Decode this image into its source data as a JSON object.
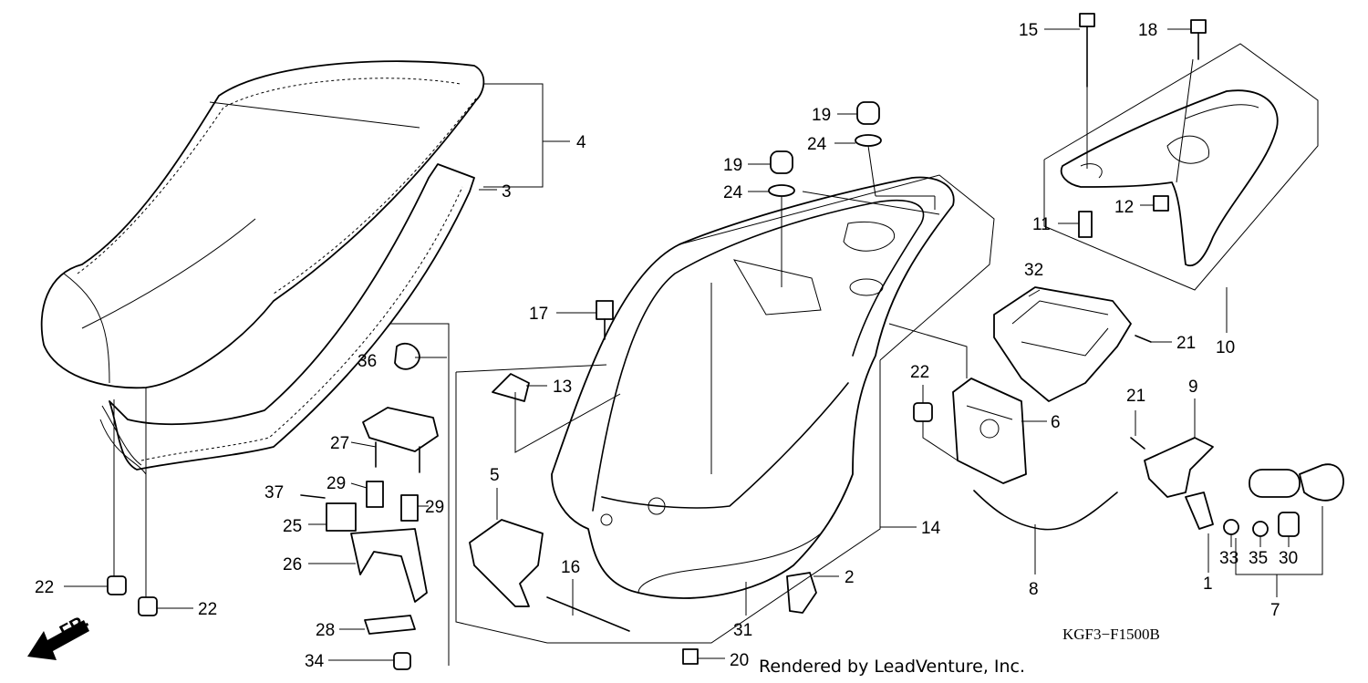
{
  "diagram_code": "KGF3−F1500B",
  "credit": "Rendered by LeadVenture, Inc.",
  "direction_label": "FR.",
  "labels": {
    "p1": "1",
    "p2": "2",
    "p3": "3",
    "p4": "4",
    "p5": "5",
    "p6": "6",
    "p7": "7",
    "p8": "8",
    "p9": "9",
    "p10": "10",
    "p11": "11",
    "p12": "12",
    "p13": "13",
    "p14": "14",
    "p15": "15",
    "p16": "16",
    "p17": "17",
    "p18": "18",
    "p19a": "19",
    "p19b": "19",
    "p20": "20",
    "p21a": "21",
    "p21b": "21",
    "p22a": "22",
    "p22b": "22",
    "p22c": "22",
    "p24a": "24",
    "p24b": "24",
    "p25": "25",
    "p26": "26",
    "p27": "27",
    "p28": "28",
    "p29a": "29",
    "p29b": "29",
    "p30": "30",
    "p31": "31",
    "p32": "32",
    "p33": "33",
    "p34": "34",
    "p35": "35",
    "p36": "36",
    "p37": "37"
  },
  "icons": {
    "direction": "arrow-lower-left-icon"
  }
}
